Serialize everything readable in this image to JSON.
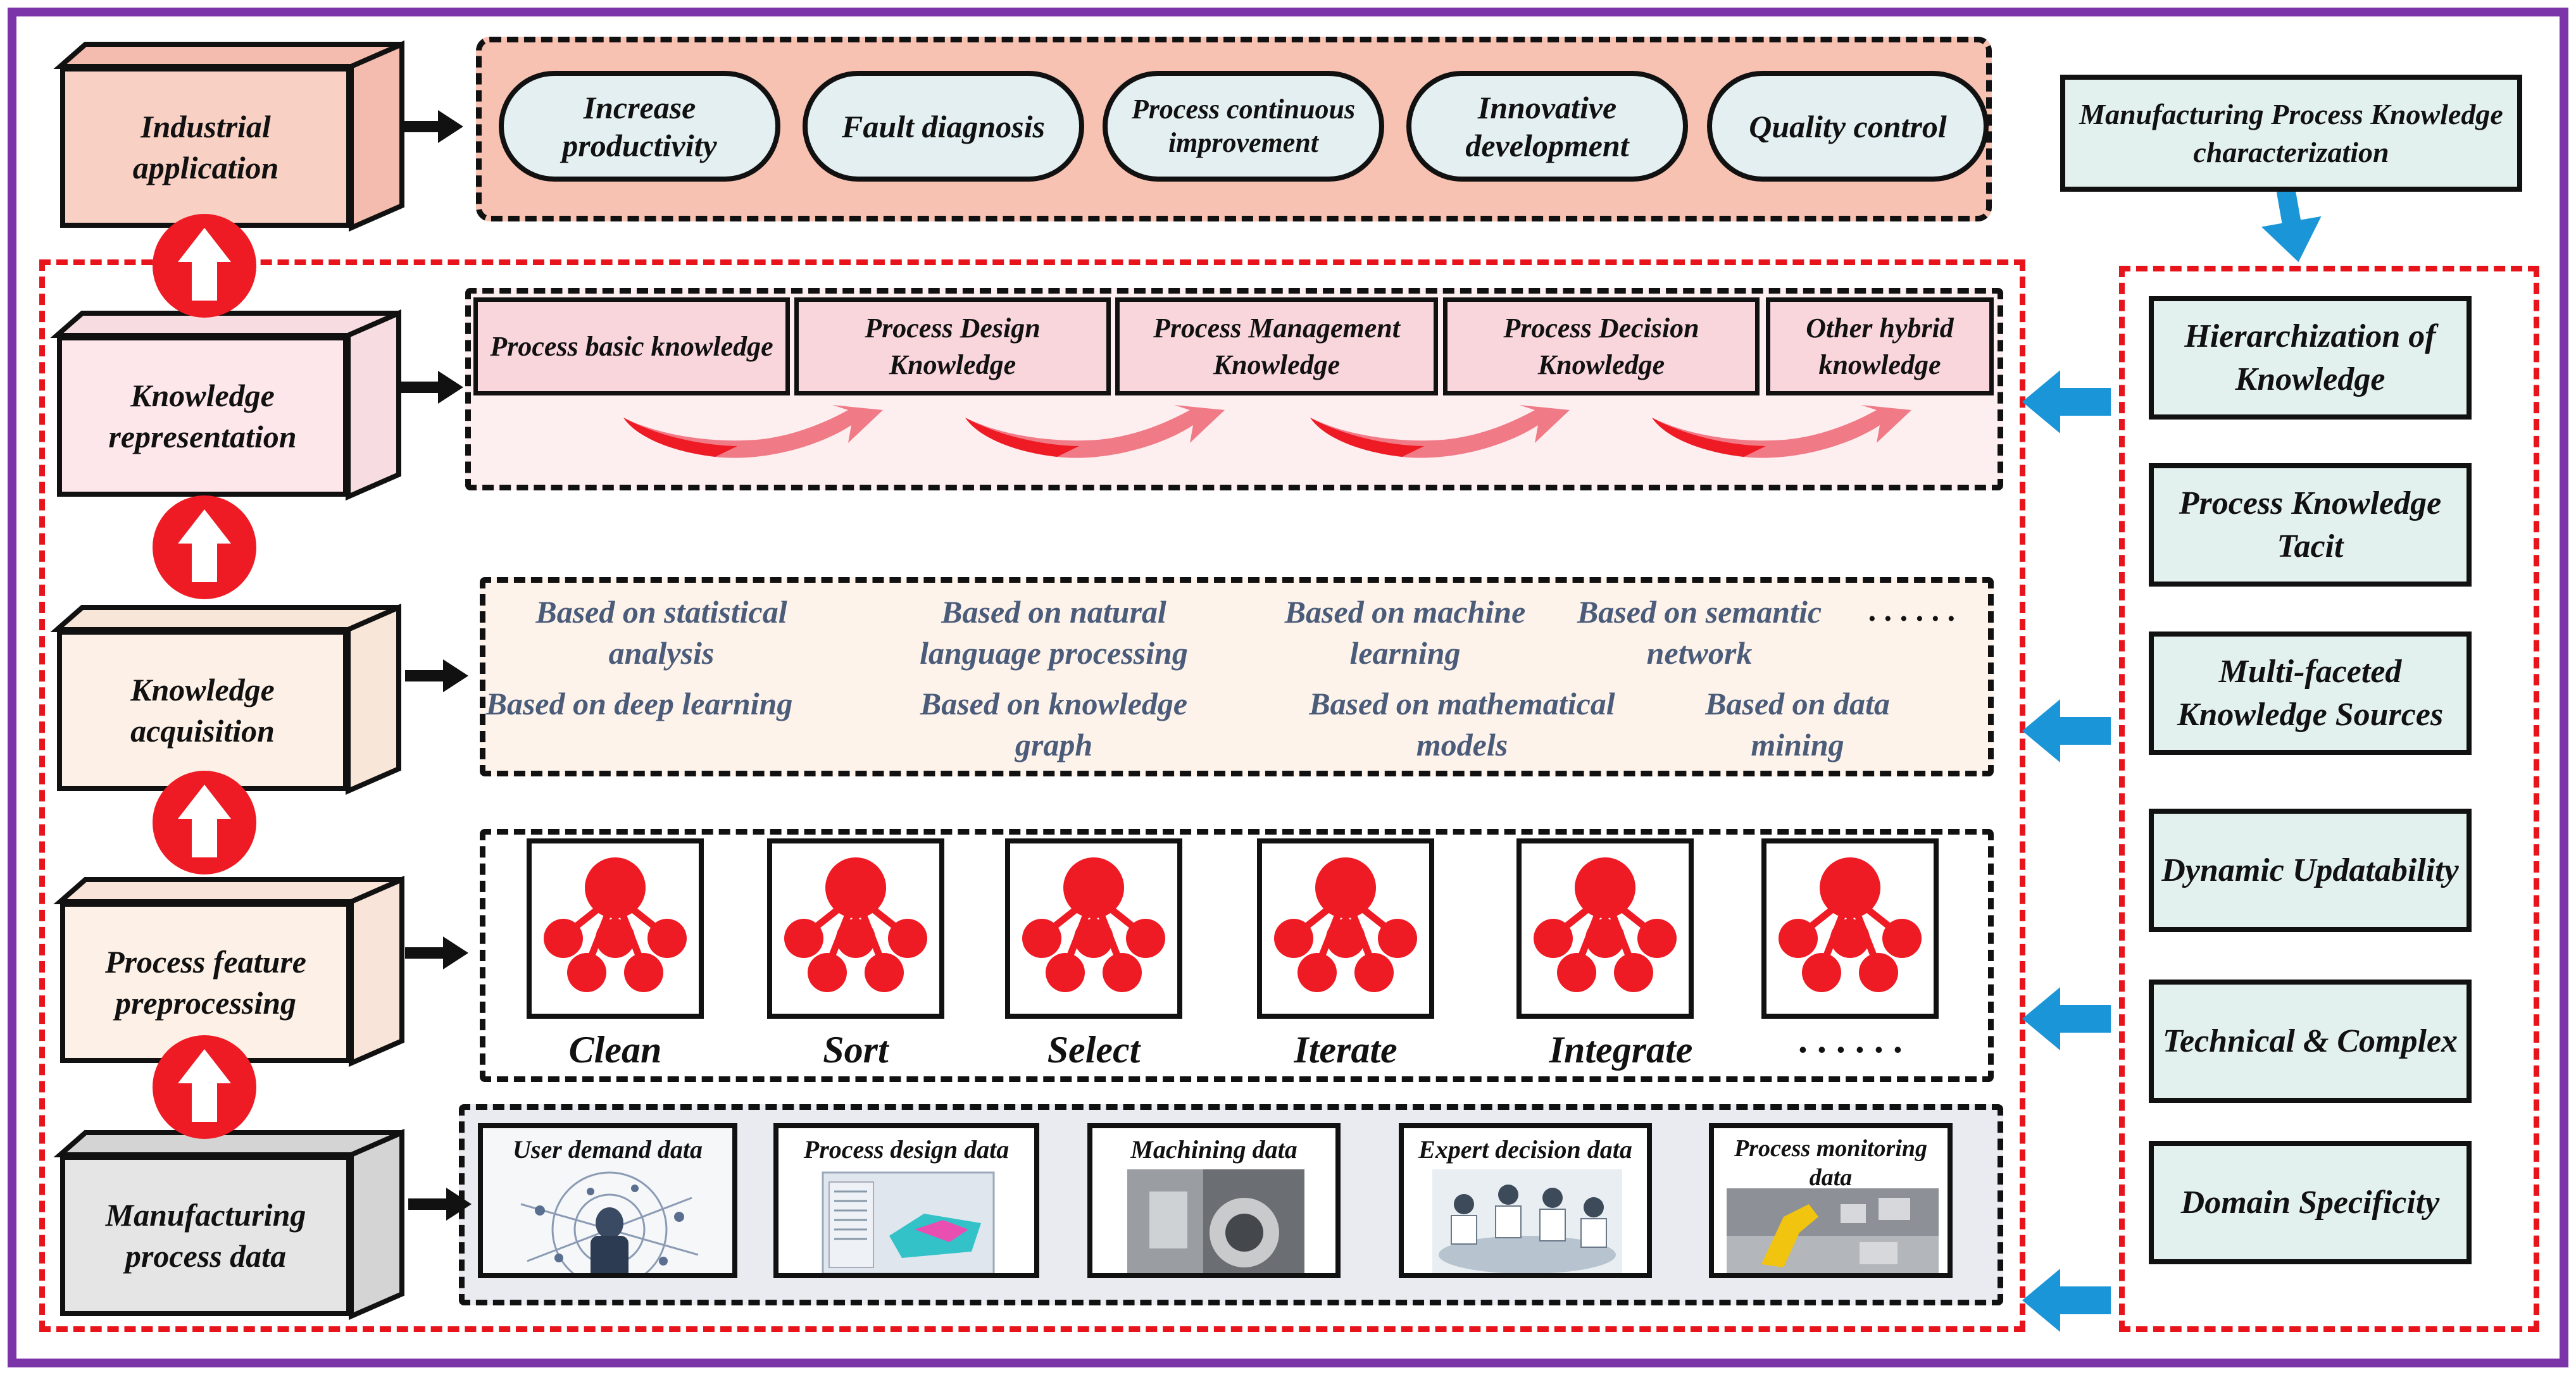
{
  "left_stack": [
    {
      "id": "industrial-application",
      "label": "Industrial application",
      "fill": "#f9d0c4"
    },
    {
      "id": "knowledge-representation",
      "label": "Knowledge representation",
      "fill": "#fde7ea"
    },
    {
      "id": "knowledge-acquisition",
      "label": "Knowledge acquisition",
      "fill": "#fdf0e6"
    },
    {
      "id": "process-feature-preprocessing",
      "label": "Process feature preprocessing",
      "fill": "#fdf0e6"
    },
    {
      "id": "manufacturing-process-data",
      "label": "Manufacturing process data",
      "fill": "#e5e5e5"
    }
  ],
  "industrial_application": {
    "items": [
      "Increase productivity",
      "Fault diagnosis",
      "Process continuous improvement",
      "Innovative development",
      "Quality control"
    ]
  },
  "knowledge_representation": {
    "items": [
      "Process basic knowledge",
      "Process Design Knowledge",
      "Process Management Knowledge",
      "Process Decision Knowledge",
      "Other hybrid knowledge"
    ]
  },
  "knowledge_acquisition": {
    "items": [
      "Based on statistical analysis",
      "Based on natural language processing",
      "Based on machine learning",
      "Based on semantic network",
      "Based on deep learning",
      "Based on knowledge graph",
      "Based on mathematical models",
      "Based on data mining"
    ],
    "ellipsis": "· · · · · ·"
  },
  "preprocessing": {
    "steps": [
      "Clean",
      "Sort",
      "Select",
      "Iterate",
      "Integrate",
      "· · · · · ·"
    ]
  },
  "process_data": {
    "sources": [
      "User demand data",
      "Process design data",
      "Machining data",
      "Expert decision data",
      "Process monitoring data"
    ]
  },
  "characterization": {
    "title": "Manufacturing Process Knowledge characterization",
    "items": [
      "Hierarchization of Knowledge",
      "Process Knowledge Tacit",
      "Multi-faceted Knowledge Sources",
      "Dynamic Updatability",
      "Technical & Complex",
      "Domain Specificity"
    ]
  },
  "colors": {
    "frame": "#7b35a8",
    "dashed_red": "#e8141c",
    "blue_arrow": "#1a96d8",
    "acq_text": "#4b5c7a",
    "app_panel": "#f8c2b3",
    "repr_panel": "#fdeef0",
    "acq_panel": "#fdf3ea",
    "data_panel": "#e9ebf0",
    "icon_red": "#ee1b24"
  }
}
